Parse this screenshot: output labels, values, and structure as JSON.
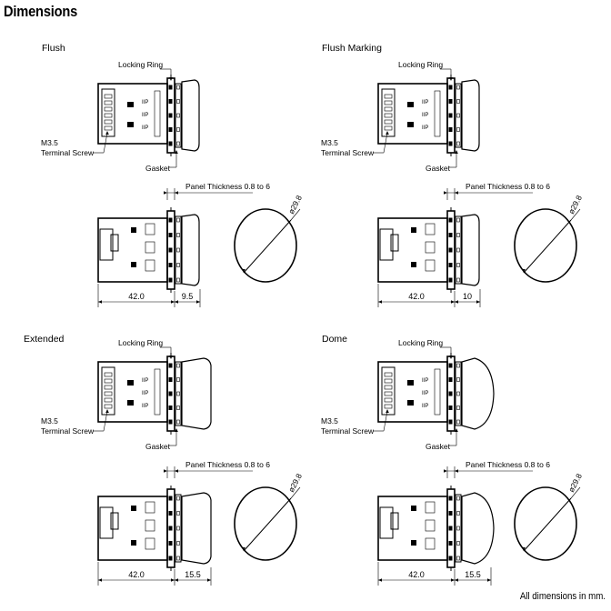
{
  "page_title": "Dimensions",
  "footnote": "All dimensions in mm.",
  "labels": {
    "locking_ring": "Locking Ring",
    "terminal_screw_line1": "M3.5",
    "terminal_screw_line2": "Terminal Screw",
    "gasket": "Gasket",
    "panel_thickness": "Panel Thickness 0.8 to 6",
    "diameter": "ø29.8",
    "body_length": "42.0"
  },
  "variants": [
    {
      "name": "Flush",
      "cap_length": "9.5",
      "cap_style": "flush"
    },
    {
      "name": "Flush Marking",
      "cap_length": "10",
      "cap_style": "flush"
    },
    {
      "name": "Extended",
      "cap_length": "15.5",
      "cap_style": "extended"
    },
    {
      "name": "Dome",
      "cap_length": "15.5",
      "cap_style": "dome"
    }
  ]
}
